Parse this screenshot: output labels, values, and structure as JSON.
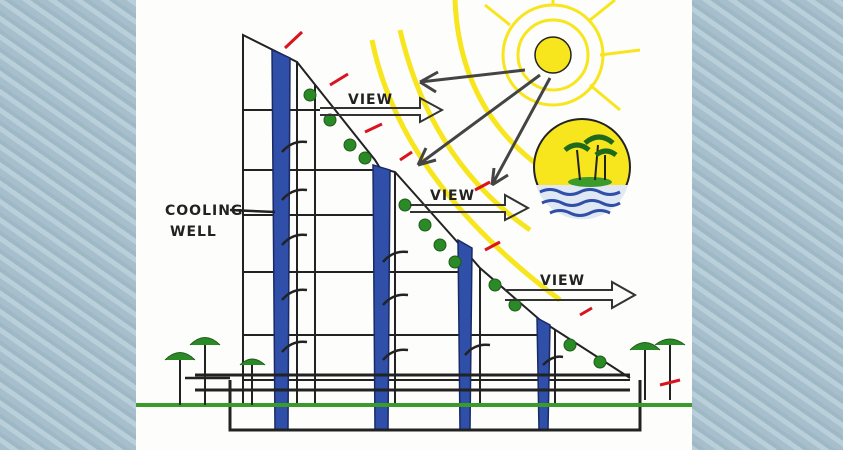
{
  "labels": {
    "cooling": "COOLING",
    "well": "WELL",
    "view1": "VIEW",
    "view2": "VIEW",
    "view3": "VIEW"
  },
  "colors": {
    "background_water": "#a7bfcc",
    "sun": "#f7e51d",
    "well_blue": "#2f4fa8",
    "ground_green": "#3a9a2a",
    "heat_arrow": "#d8141e",
    "sketch_line": "#222222"
  }
}
